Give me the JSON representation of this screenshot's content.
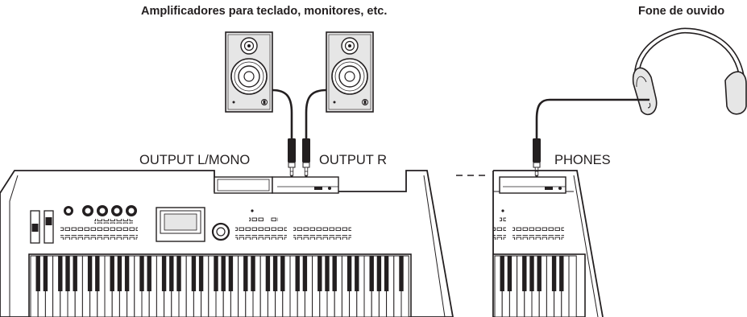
{
  "labels": {
    "speakers_caption": "Amplificadores para teclado, monitores, etc.",
    "headphones_caption": "Fone de ouvido",
    "output_left": "OUTPUT L/MONO",
    "output_right": "OUTPUT R",
    "phones": "PHONES"
  },
  "colors": {
    "ink": "#231f20",
    "speaker_cabinet": "#e6e6e6",
    "keyboard_panel": "#ffffff",
    "black_key": "#231f20"
  }
}
